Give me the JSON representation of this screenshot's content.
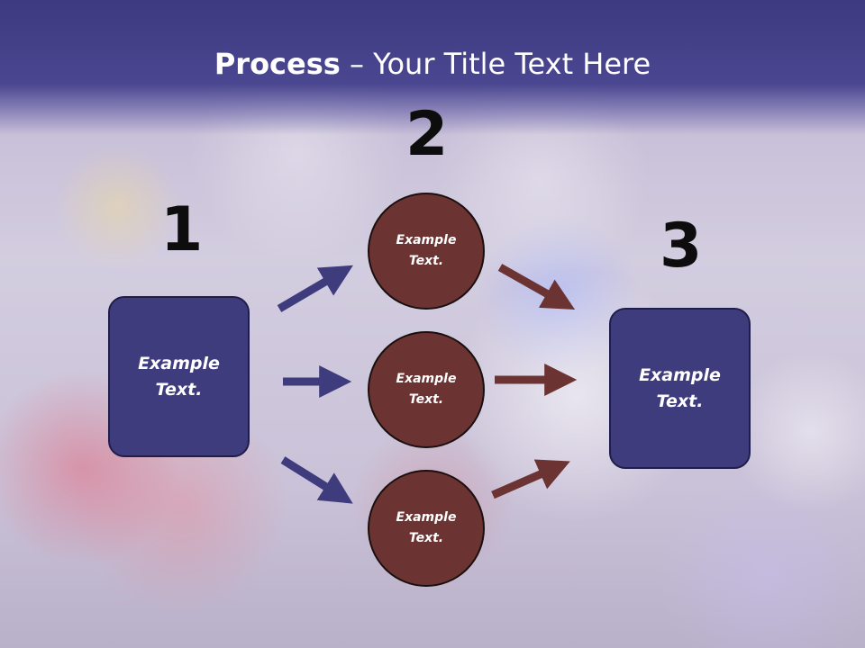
{
  "slide": {
    "title_bold": "Process",
    "title_rest": " – Your Title Text Here",
    "steps": [
      {
        "number": "1",
        "text": "Example\nText."
      },
      {
        "number": "2",
        "text": "Example\nText."
      },
      {
        "number": "3",
        "text": "Example\nText."
      }
    ],
    "circles": [
      {
        "text": "Example\nText."
      },
      {
        "text": "Example\nText."
      },
      {
        "text": "Example\nText."
      }
    ]
  },
  "colors": {
    "header": "#4a4690",
    "box_fill": "#3f3c7e",
    "circle_fill": "#6b3332",
    "left_arrow": "#3f3c7e",
    "right_arrow": "#6b3332"
  }
}
